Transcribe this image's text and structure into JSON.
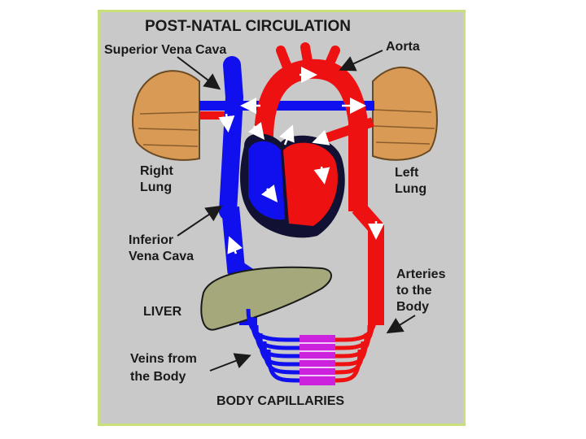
{
  "diagram": {
    "title": "POST-NATAL CIRCULATION",
    "labels": {
      "superior_vena_cava": "Superior Vena Cava",
      "aorta": "Aorta",
      "right_lung_1": "Right",
      "right_lung_2": "Lung",
      "left_lung_1": "Left",
      "left_lung_2": "Lung",
      "inferior_vena_cava_1": "Inferior",
      "inferior_vena_cava_2": "Vena Cava",
      "liver": "LIVER",
      "arteries_1": "Arteries",
      "arteries_2": "to the",
      "arteries_3": "Body",
      "veins_1": "Veins from",
      "veins_2": "the Body",
      "capillaries": "BODY CAPILLARIES"
    },
    "colors": {
      "frame_border": "#c8e07a",
      "background": "#c9c9c9",
      "venous_blood": "#1010ee",
      "arterial_blood": "#ee1111",
      "capillaries": "#cc22dd",
      "lung": "#d99a55",
      "liver": "#a5a87a",
      "heart_shadow": "#111133"
    }
  }
}
